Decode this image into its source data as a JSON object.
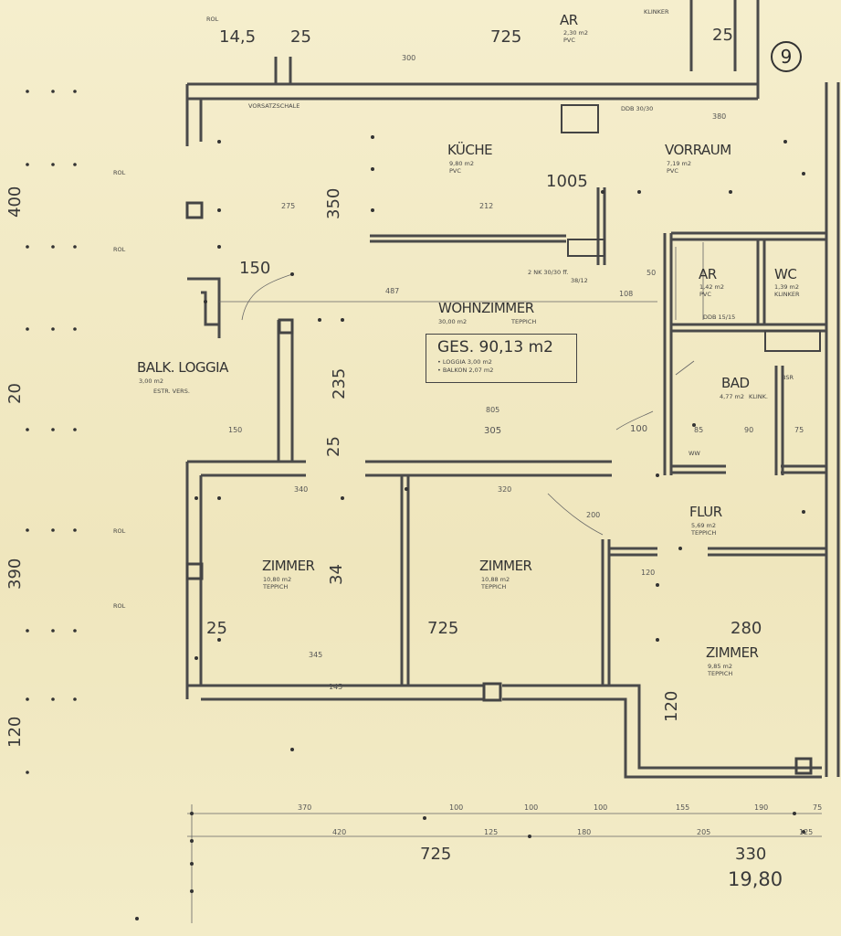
{
  "axis_marker": "9",
  "rooms": {
    "kueche": {
      "label": "KÜCHE",
      "area": "9,80 m2",
      "floor": "PVC"
    },
    "vorraum": {
      "label": "VORRAUM",
      "area": "7,19 m2",
      "floor": "PVC"
    },
    "wohnzimmer": {
      "label": "WOHNZIMMER",
      "area": "30,00 m2",
      "floor": "TEPPICH"
    },
    "ar_top": {
      "label": "AR",
      "area": "2,30 m2",
      "floor": "PVC"
    },
    "ar_mid": {
      "label": "AR",
      "area": "1,42 m2",
      "floor": "PVC"
    },
    "wc": {
      "label": "WC",
      "area": "1,39 m2",
      "floor": "KLINKER"
    },
    "bad": {
      "label": "BAD",
      "area": "4,77 m2",
      "floor": "KLINK."
    },
    "flur": {
      "label": "FLUR",
      "area": "5,69 m2",
      "floor": "TEPPICH"
    },
    "balk_loggia": {
      "label": "BALK. LOGGIA",
      "area": "3,00 m2",
      "floor": "ESTR. VERS."
    },
    "zimmer1": {
      "label": "ZIMMER",
      "area": "10,80 m2",
      "floor": "TEPPICH"
    },
    "zimmer2": {
      "label": "ZIMMER",
      "area": "10,88 m2",
      "floor": "TEPPICH"
    },
    "zimmer3": {
      "label": "ZIMMER",
      "area": "9,85 m2",
      "floor": "TEPPICH"
    }
  },
  "total": {
    "label": "GES. 90,13 m2",
    "loggia": "• LOGGIA 3,00 m2",
    "balkon": "• BALKON 2,07 m2"
  },
  "annotations": {
    "vorsatzschale": "VORSATZSCHALE",
    "chimney": "2 NK 30/30 ff.",
    "chimney2": "38/12",
    "duct_top": "DDB 30/30",
    "duct_ar": "DDB 15/15",
    "bsr": "BSR",
    "top_klinker": "KLINKER",
    "rol": "ROL",
    "tub": "WW"
  },
  "dims_big": {
    "top_left_14_5": "14,5",
    "top_25_a": "25",
    "top_725": "725",
    "top_25_b": "25",
    "kueche_1005": "1005",
    "loggia_150": "150",
    "wohn_350": "350",
    "wohn_235": "235",
    "wohn_25": "25",
    "zimmer_34": "34",
    "left_25": "25",
    "zimmer_725": "725",
    "zimmer_280": "280",
    "zimmer_120": "120",
    "bottom_725": "725",
    "bottom_330": "330",
    "bottom_total": "19,80"
  },
  "dims_left": {
    "d400": "400",
    "d20": "20",
    "d390": "390",
    "d120": "120"
  },
  "dims_small": {
    "s300_top": "300",
    "s380_top": "380",
    "s275": "275",
    "s212": "212",
    "s487": "487",
    "s805": "805",
    "s305": "305",
    "s150": "150",
    "s100": "100",
    "s85": "85",
    "s90": "90",
    "s75": "75",
    "s320": "320",
    "s340": "340",
    "s345": "345",
    "s145": "145",
    "s200": "200",
    "s120": "120",
    "s50": "50",
    "s108": "108",
    "b370": "370",
    "b420": "420",
    "b100": "100",
    "b125": "125",
    "b180": "180",
    "b155": "155",
    "b205": "205",
    "b75": "75",
    "b190": "190"
  },
  "colors": {
    "paper": "#f2ebc6",
    "ink": "#3a3a3a",
    "wall": "#4a4a4a"
  }
}
